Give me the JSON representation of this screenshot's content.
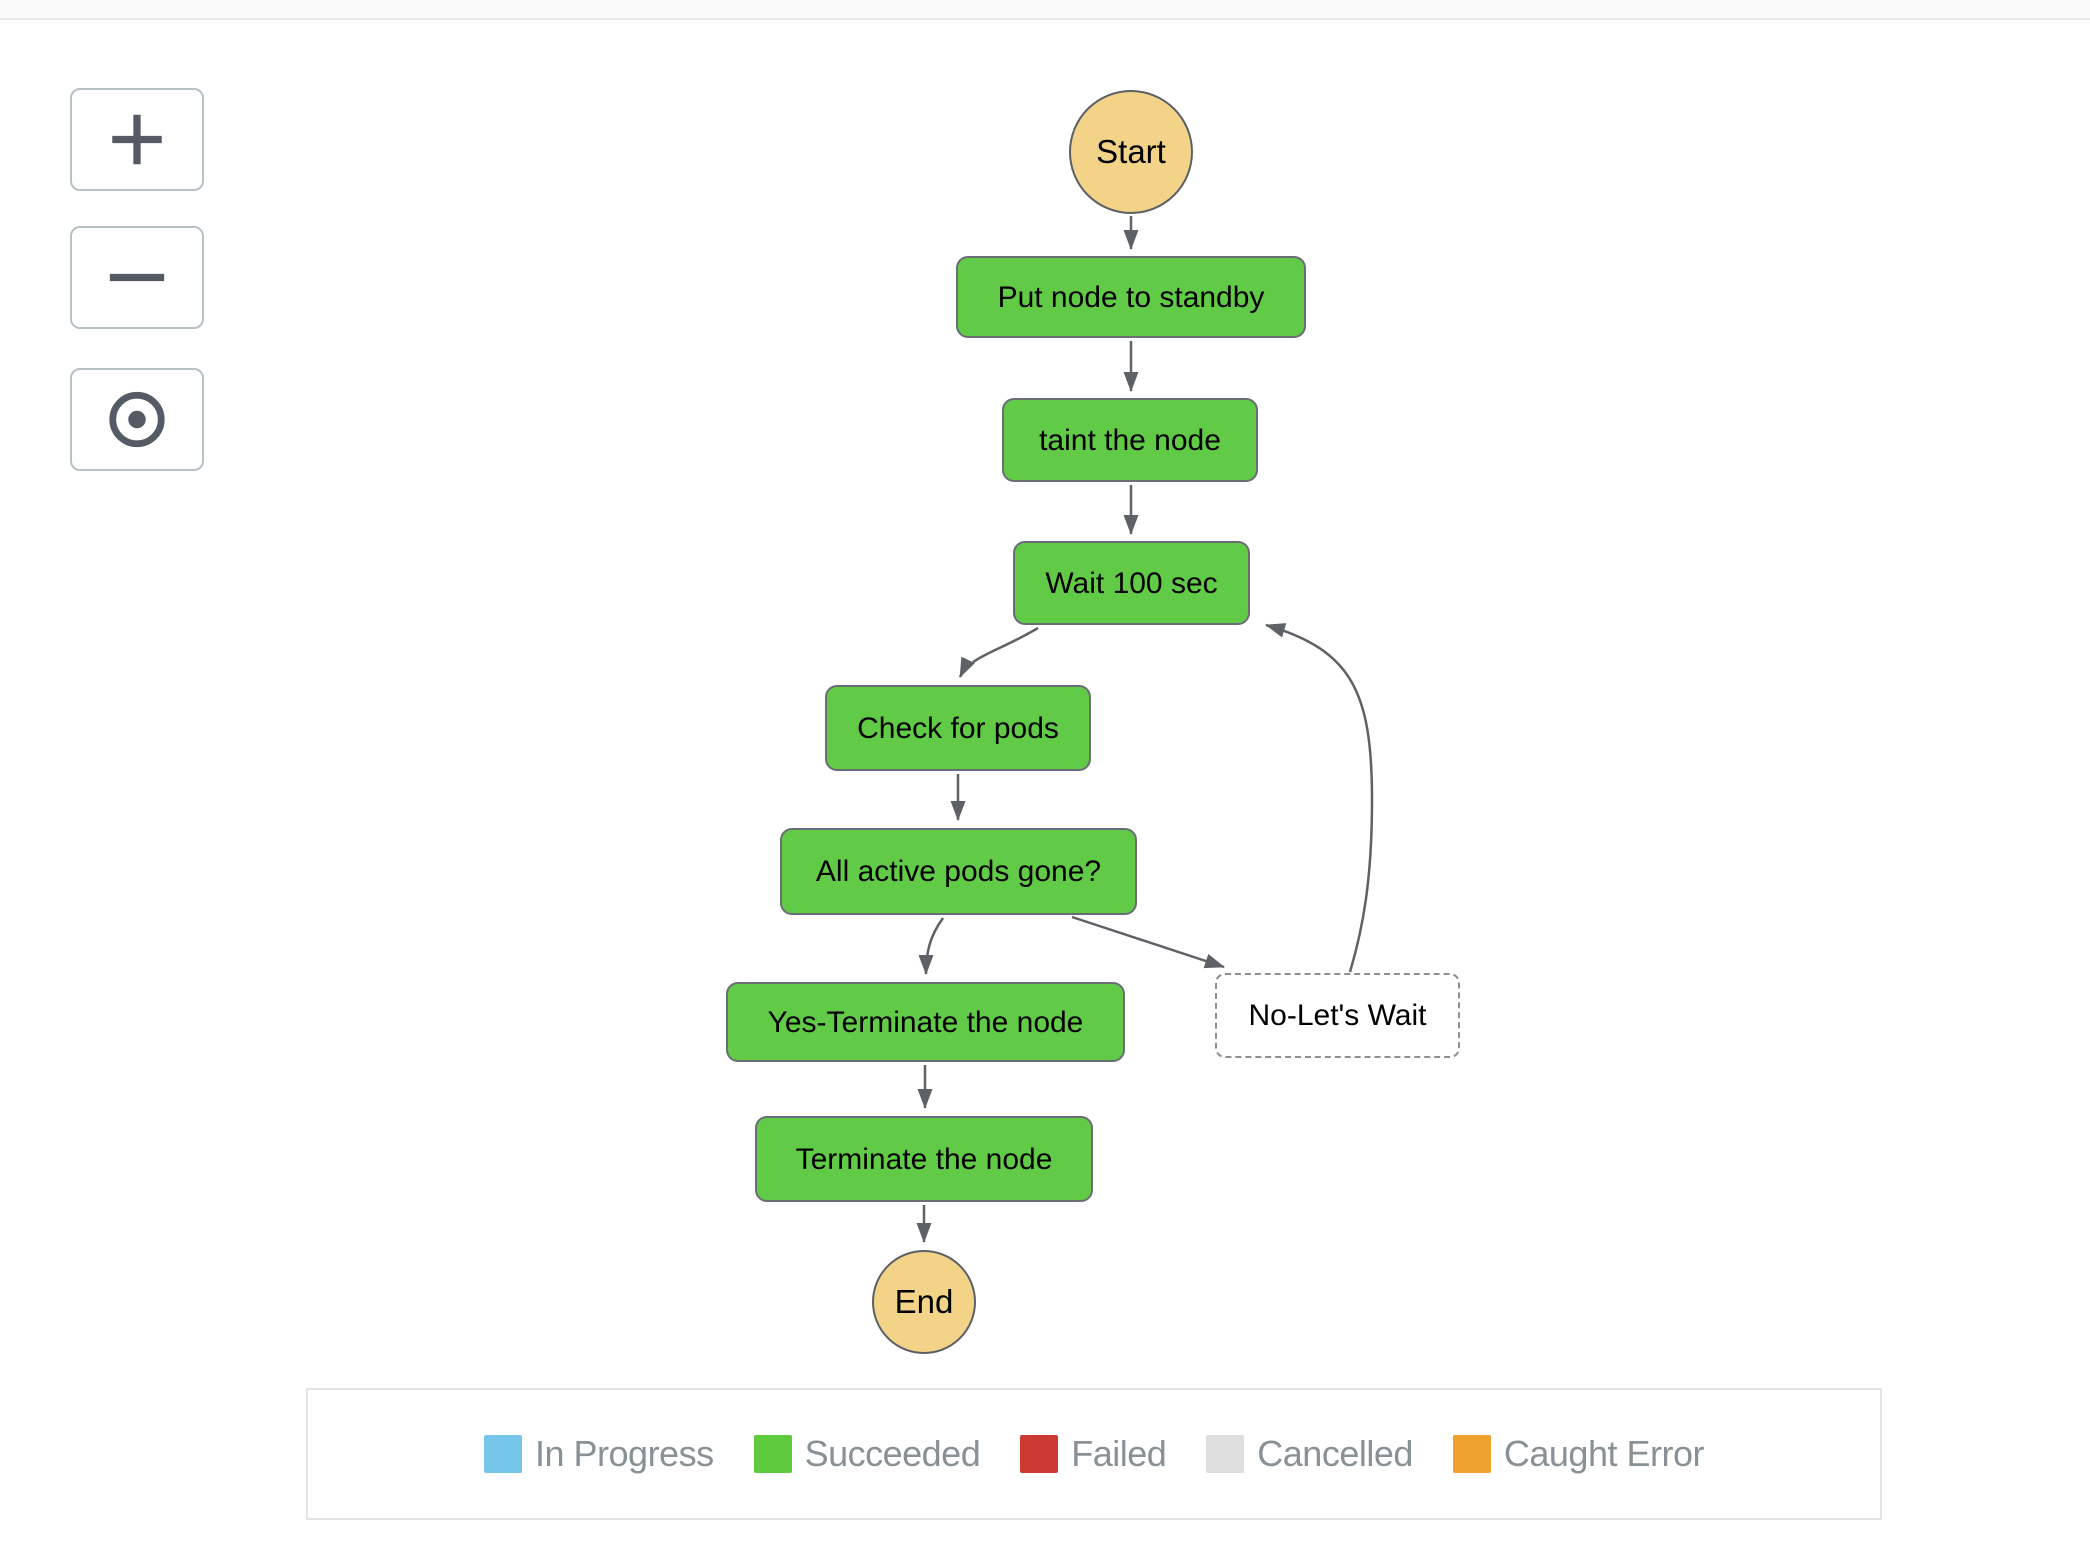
{
  "controls": {
    "zoom_in": {
      "icon": "plus-icon"
    },
    "zoom_out": {
      "icon": "minus-icon"
    },
    "center": {
      "icon": "center-target-icon"
    }
  },
  "colors": {
    "succeeded_node": "#61CB47",
    "start_end_node": "#F2D388",
    "not_executed_node": "#FFFFFF",
    "edge": "#5E6266",
    "legend_text": "#879196"
  },
  "diagram": {
    "nodes": [
      {
        "id": "start",
        "label": "Start",
        "shape": "circle",
        "color": "#F2D388"
      },
      {
        "id": "put_node_to_standby",
        "label": "Put node to standby",
        "shape": "rect",
        "status": "Succeeded",
        "color": "#61CB47"
      },
      {
        "id": "taint_the_node",
        "label": "taint the node",
        "shape": "rect",
        "status": "Succeeded",
        "color": "#61CB47"
      },
      {
        "id": "wait_100_sec",
        "label": "Wait 100 sec",
        "shape": "rect",
        "status": "Succeeded",
        "color": "#61CB47"
      },
      {
        "id": "check_for_pods",
        "label": "Check for pods",
        "shape": "rect",
        "status": "Succeeded",
        "color": "#61CB47"
      },
      {
        "id": "all_active_pods_gone",
        "label": "All active pods gone?",
        "shape": "rect",
        "status": "Succeeded",
        "color": "#61CB47"
      },
      {
        "id": "yes_terminate_the_node",
        "label": "Yes-Terminate the node",
        "shape": "rect",
        "status": "Succeeded",
        "color": "#61CB47"
      },
      {
        "id": "no_lets_wait",
        "label": "No-Let's Wait",
        "shape": "rect-dashed",
        "color": "#FFFFFF"
      },
      {
        "id": "terminate_the_node",
        "label": "Terminate the node",
        "shape": "rect",
        "status": "Succeeded",
        "color": "#61CB47"
      },
      {
        "id": "end",
        "label": "End",
        "shape": "circle",
        "color": "#F2D388"
      }
    ],
    "edges": [
      {
        "from": "start",
        "to": "put_node_to_standby"
      },
      {
        "from": "put_node_to_standby",
        "to": "taint_the_node"
      },
      {
        "from": "taint_the_node",
        "to": "wait_100_sec"
      },
      {
        "from": "wait_100_sec",
        "to": "check_for_pods"
      },
      {
        "from": "check_for_pods",
        "to": "all_active_pods_gone"
      },
      {
        "from": "all_active_pods_gone",
        "to": "yes_terminate_the_node"
      },
      {
        "from": "all_active_pods_gone",
        "to": "no_lets_wait"
      },
      {
        "from": "no_lets_wait",
        "to": "wait_100_sec"
      },
      {
        "from": "yes_terminate_the_node",
        "to": "terminate_the_node"
      },
      {
        "from": "terminate_the_node",
        "to": "end"
      }
    ]
  },
  "legend": {
    "items": [
      {
        "label": "In Progress",
        "color": "#75C6EA"
      },
      {
        "label": "Succeeded",
        "color": "#5ECB3F"
      },
      {
        "label": "Failed",
        "color": "#CB3B31"
      },
      {
        "label": "Cancelled",
        "color": "#DEDEDE"
      },
      {
        "label": "Caught Error",
        "color": "#F0A22E"
      }
    ]
  }
}
